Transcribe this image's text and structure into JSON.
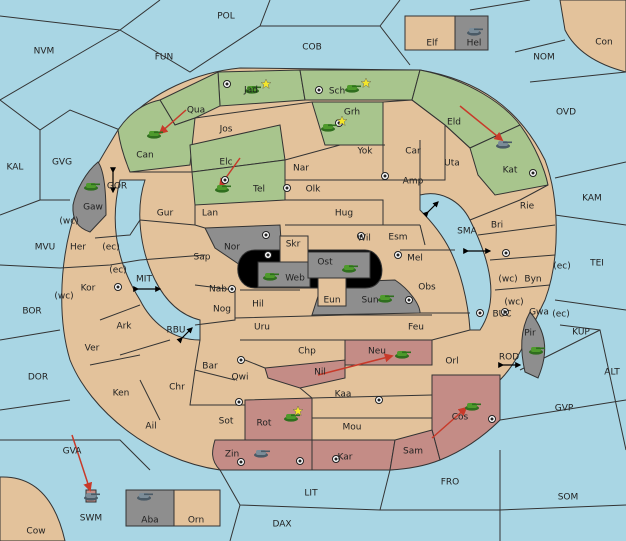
{
  "colors": {
    "sea": "#a9d6e4",
    "land": "#e3c29b",
    "green": "#a8c58d",
    "red": "#c48c86",
    "gray": "#8e8e8e",
    "black": "#000000",
    "arrow": "#c83a2a"
  },
  "sea_labels": {
    "POL": "POL",
    "NVM": "NVM",
    "FUN": "FUN",
    "COB": "COB",
    "NOM": "NOM",
    "Con": "Con",
    "OVD": "OVD",
    "KAL": "KAL",
    "GVG": "GVG",
    "GOR": "GOR",
    "KAM": "KAM",
    "SMA": "SMA",
    "TEI": "TEI",
    "MVU": "MVU",
    "MIT": "MIT",
    "BOR": "BOR",
    "RBU": "RBU",
    "BUC": "BUC",
    "KUP": "KUP",
    "DOR": "DOR",
    "ROD": "ROD",
    "ALT": "ALT",
    "GVP": "GVP",
    "GVA": "GVA",
    "FRO": "FRO",
    "SOM": "SOM",
    "LIT": "LIT",
    "SWM": "SWM",
    "DAX": "DAX",
    "Cow": "Cow",
    "wc1": "(wc)",
    "ec1": "(ec)",
    "ec2": "(ec)",
    "wc2": "(wc)",
    "wc3": "(wc)",
    "ec3": "(ec)",
    "wc4": "(wc)",
    "ec4": "(ec)"
  },
  "land_labels": {
    "Elf": "Elf",
    "Hel": "Hel",
    "Jad": "Jad",
    "Sch": "Sch",
    "Qua": "Qua",
    "Jos": "Jos",
    "Grh": "Grh",
    "Eld": "Eld",
    "Can": "Can",
    "Elc": "Elc",
    "Nar": "Nar",
    "Yok": "Yok",
    "Car": "Car",
    "Uta": "Uta",
    "Tel": "Tel",
    "Olk": "Olk",
    "Amp": "Amp",
    "Kat": "Kat",
    "Gaw": "Gaw",
    "Gur": "Gur",
    "Lan": "Lan",
    "Hug": "Hug",
    "Rie": "Rie",
    "Bri": "Bri",
    "Her": "Her",
    "Nor": "Nor",
    "Skr": "Skr",
    "Wil": "Wil",
    "Esm": "Esm",
    "Sap": "Sap",
    "Web": "Web",
    "Ost": "Ost",
    "Mel": "Mel",
    "Byn": "Byn",
    "Kor": "Kor",
    "Nab": "Nab",
    "Eun": "Eun",
    "Sun": "Sun",
    "Obs": "Obs",
    "Gwa": "Gwa",
    "Hil": "Hil",
    "Nog": "Nog",
    "Ark": "Ark",
    "Uru": "Uru",
    "Feu": "Feu",
    "Pir": "Pir",
    "Ver": "Ver",
    "Chp": "Chp",
    "Neu": "Neu",
    "Bar": "Bar",
    "Qwi": "Qwi",
    "Nil": "Nil",
    "Orl": "Orl",
    "Ken": "Ken",
    "Chr": "Chr",
    "Kaa": "Kaa",
    "Rot": "Rot",
    "Sot": "Sot",
    "Mou": "Mou",
    "Cos": "Cos",
    "Ail": "Ail",
    "Zin": "Zin",
    "Kar": "Kar",
    "Sam": "Sam",
    "Aba": "Aba",
    "Orn": "Orn"
  }
}
